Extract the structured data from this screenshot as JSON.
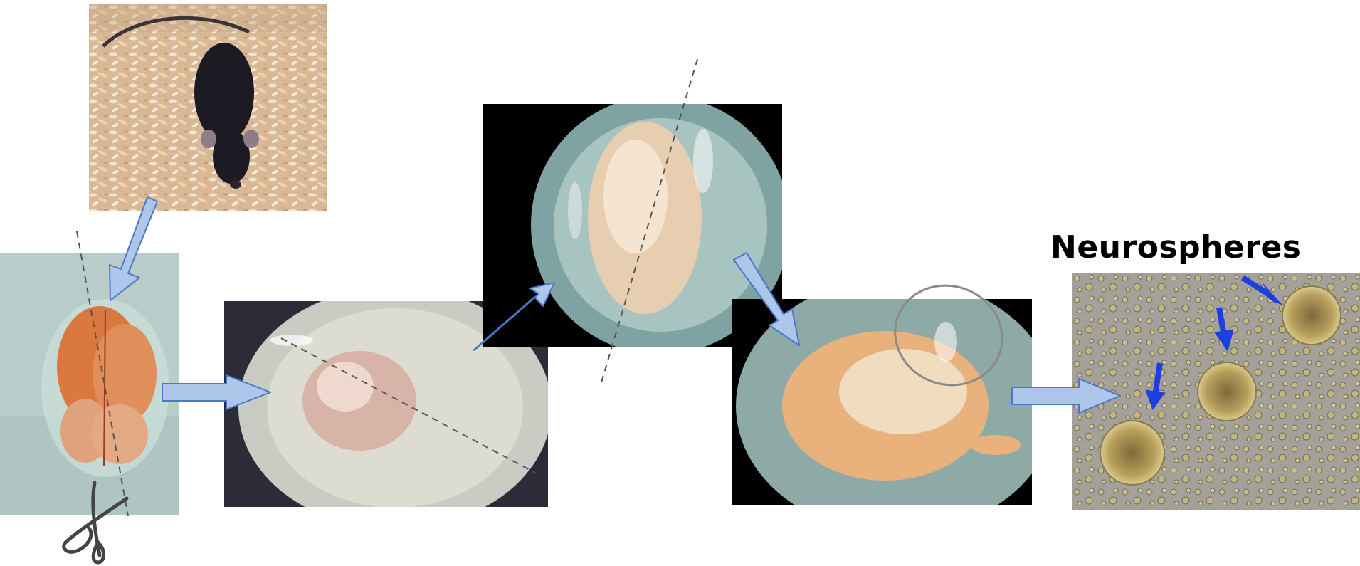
{
  "figure": {
    "result_label": "Neurospheres",
    "colors": {
      "flow_arrow_fill": "#aec6ea",
      "flow_arrow_stroke": "#4a78c8",
      "pointer_arrow": "#1e3fe0",
      "cut_line": "#555555",
      "region_ellipse": "#8a8a8a",
      "scissors": "#444444"
    },
    "steps": [
      {
        "name": "mouse",
        "icon": "mouse-photo"
      },
      {
        "name": "whole-brain",
        "icon": "brain-photo"
      },
      {
        "name": "hemisphere",
        "icon": "hemisphere-microscope-photo"
      },
      {
        "name": "sectioned-tissue",
        "icon": "sectioned-tissue-microscope-photo"
      },
      {
        "name": "dissected-region",
        "icon": "dissected-region-microscope-photo"
      },
      {
        "name": "neurosphere-culture",
        "icon": "neurosphere-culture-micrograph"
      }
    ]
  }
}
